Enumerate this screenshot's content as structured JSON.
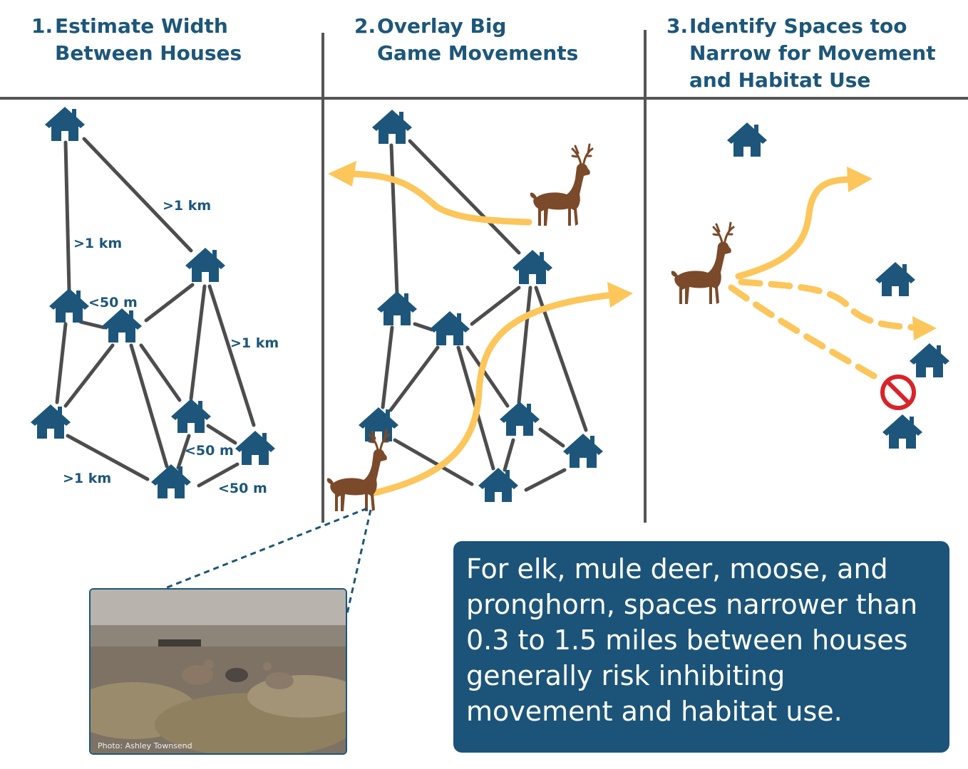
{
  "steps": [
    {
      "num": "1.",
      "line1": "Estimate Width",
      "line2": "Between Houses",
      "line3": ""
    },
    {
      "num": "2.",
      "line1": "Overlay Big",
      "line2": "Game Movements",
      "line3": ""
    },
    {
      "num": "3.",
      "line1": "Identify Spaces too",
      "line2": "Narrow for Movement",
      "line3": "and Habitat Use"
    }
  ],
  "distance_labels": {
    "a": ">1 km",
    "b": ">1 km",
    "c": "<50 m",
    "d": ">1 km",
    "e": "<50 m",
    "f": ">1 km",
    "g": "<50 m"
  },
  "photo_credit": "Photo: Ashley Townsend",
  "callout_text": "For elk, mule deer, moose, and pronghorn, spaces narrower than 0.3 to 1.5 miles between houses generally risk inhibiting movement and habitat use.",
  "colors": {
    "house": "#1d567a",
    "line": "#4d4d4d",
    "path": "#fcc65b",
    "deer": "#7b4a2a",
    "no_sign": "#d8232a",
    "callout_bg": "#1c5479"
  },
  "icons": [
    "house-icon",
    "deer-icon",
    "no-entry-icon",
    "arrow-icon"
  ]
}
